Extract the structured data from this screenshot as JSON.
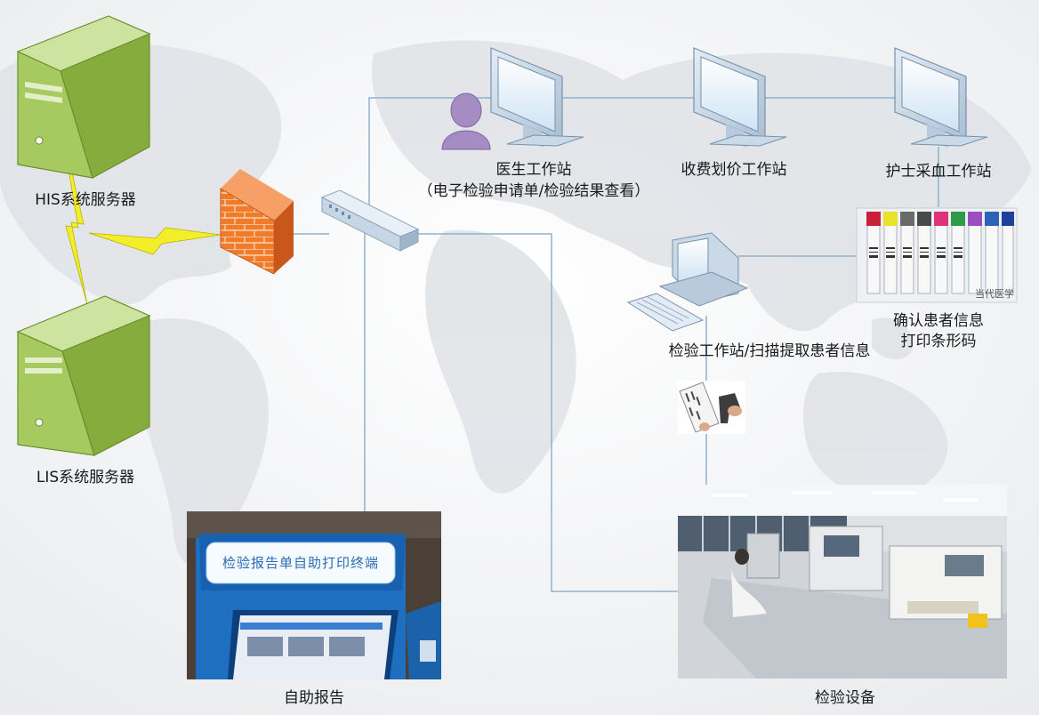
{
  "labels": {
    "his_server": "HIS系统服务器",
    "lis_server": "LIS系统服务器",
    "doctor_station": "医生工作站",
    "doctor_station_sub": "（电子检验申请单/检验结果查看）",
    "billing_station": "收费划价工作站",
    "nurse_station": "护士采血工作站",
    "confirm_info": "确认患者信息",
    "print_barcode": "打印条形码",
    "lab_station": "检验工作站/扫描提取患者信息",
    "self_report": "自助报告",
    "lab_equipment": "检验设备"
  },
  "kiosk": {
    "banner": "检验报告单自助打印终端"
  },
  "tubes": {
    "watermark": "当代医学"
  },
  "colors": {
    "server_green": "#9fc45a",
    "firewall_orange": "#ee7a2c",
    "lightning_yellow": "#f3ee2a",
    "line_blue": "#8fb1cc",
    "monitor_body": "#c9d9e8",
    "screen_blue": "#d8ecfb",
    "person_purple": "#a58dc3",
    "kiosk_blue": "#1f6fc1"
  },
  "icons": [
    "server-icon",
    "firewall-icon",
    "switch-icon",
    "monitor-icon",
    "person-icon",
    "desktop-computer-icon",
    "barcode-scanner-icon"
  ]
}
